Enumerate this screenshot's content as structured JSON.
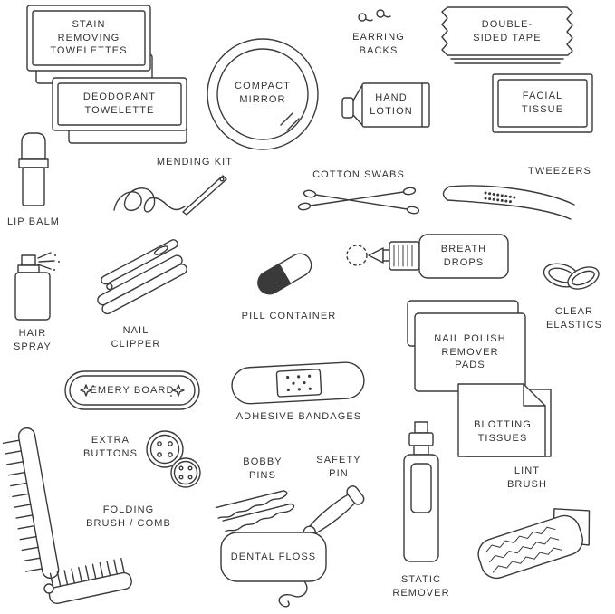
{
  "colors": {
    "ink": "#3a3a3a",
    "paper": "#ffffff"
  },
  "items": [
    {
      "name": "stain-removing-towelettes",
      "label": "STAIN\nREMOVING\nTOWELETTES"
    },
    {
      "name": "deodorant-towelette",
      "label": "DEODORANT\nTOWELETTE"
    },
    {
      "name": "compact-mirror",
      "label": "COMPACT\nMIRROR"
    },
    {
      "name": "earring-backs",
      "label": "EARRING\nBACKS"
    },
    {
      "name": "double-sided-tape",
      "label": "DOUBLE-\nSIDED TAPE"
    },
    {
      "name": "hand-lotion",
      "label": "HAND\nLOTION"
    },
    {
      "name": "facial-tissue",
      "label": "FACIAL\nTISSUE"
    },
    {
      "name": "lip-balm",
      "label": "LIP BALM"
    },
    {
      "name": "mending-kit",
      "label": "MENDING KIT"
    },
    {
      "name": "cotton-swabs",
      "label": "COTTON SWABS"
    },
    {
      "name": "tweezers",
      "label": "TWEEZERS"
    },
    {
      "name": "hair-spray",
      "label": "HAIR\nSPRAY"
    },
    {
      "name": "nail-clipper",
      "label": "NAIL\nCLIPPER"
    },
    {
      "name": "pill-container",
      "label": "PILL CONTAINER"
    },
    {
      "name": "breath-drops",
      "label": "BREATH\nDROPS"
    },
    {
      "name": "clear-elastics",
      "label": "CLEAR\nELASTICS"
    },
    {
      "name": "nail-polish-remover-pads",
      "label": "NAIL POLISH\nREMOVER\nPADS"
    },
    {
      "name": "emery-board",
      "label": "EMERY BOARD"
    },
    {
      "name": "adhesive-bandages",
      "label": "ADHESIVE BANDAGES"
    },
    {
      "name": "blotting-tissues",
      "label": "BLOTTING\nTISSUES"
    },
    {
      "name": "extra-buttons",
      "label": "EXTRA\nBUTTONS"
    },
    {
      "name": "bobby-pins",
      "label": "BOBBY\nPINS"
    },
    {
      "name": "safety-pin",
      "label": "SAFETY\nPIN"
    },
    {
      "name": "folding-brush-comb",
      "label": "FOLDING\nBRUSH / COMB"
    },
    {
      "name": "dental-floss",
      "label": "DENTAL FLOSS"
    },
    {
      "name": "static-remover",
      "label": "STATIC\nREMOVER"
    },
    {
      "name": "lint-brush",
      "label": "LINT\nBRUSH"
    }
  ]
}
